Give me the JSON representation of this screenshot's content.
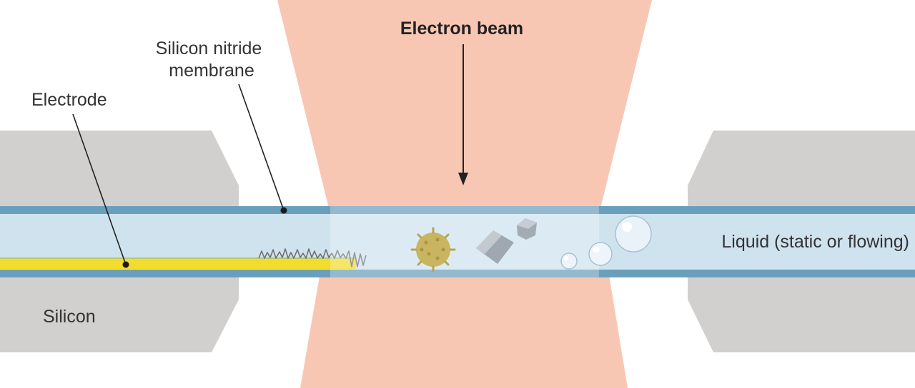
{
  "diagram": {
    "labels": {
      "electron_beam": "Electron beam",
      "membrane_line1": "Silicon nitride",
      "membrane_line2": "membrane",
      "electrode": "Electrode",
      "silicon": "Silicon",
      "liquid": "Liquid (static or flowing)"
    },
    "colors": {
      "silicon": "#d1d0ce",
      "beam": "#f8c7b4",
      "membrane": "#6a9fbc",
      "liquid": "#cfe3ef",
      "electrode": "#f2dc2e",
      "particle": "#c9b55f",
      "crystal": "#9fa8b0",
      "bubble": "#e8f2f8"
    }
  }
}
